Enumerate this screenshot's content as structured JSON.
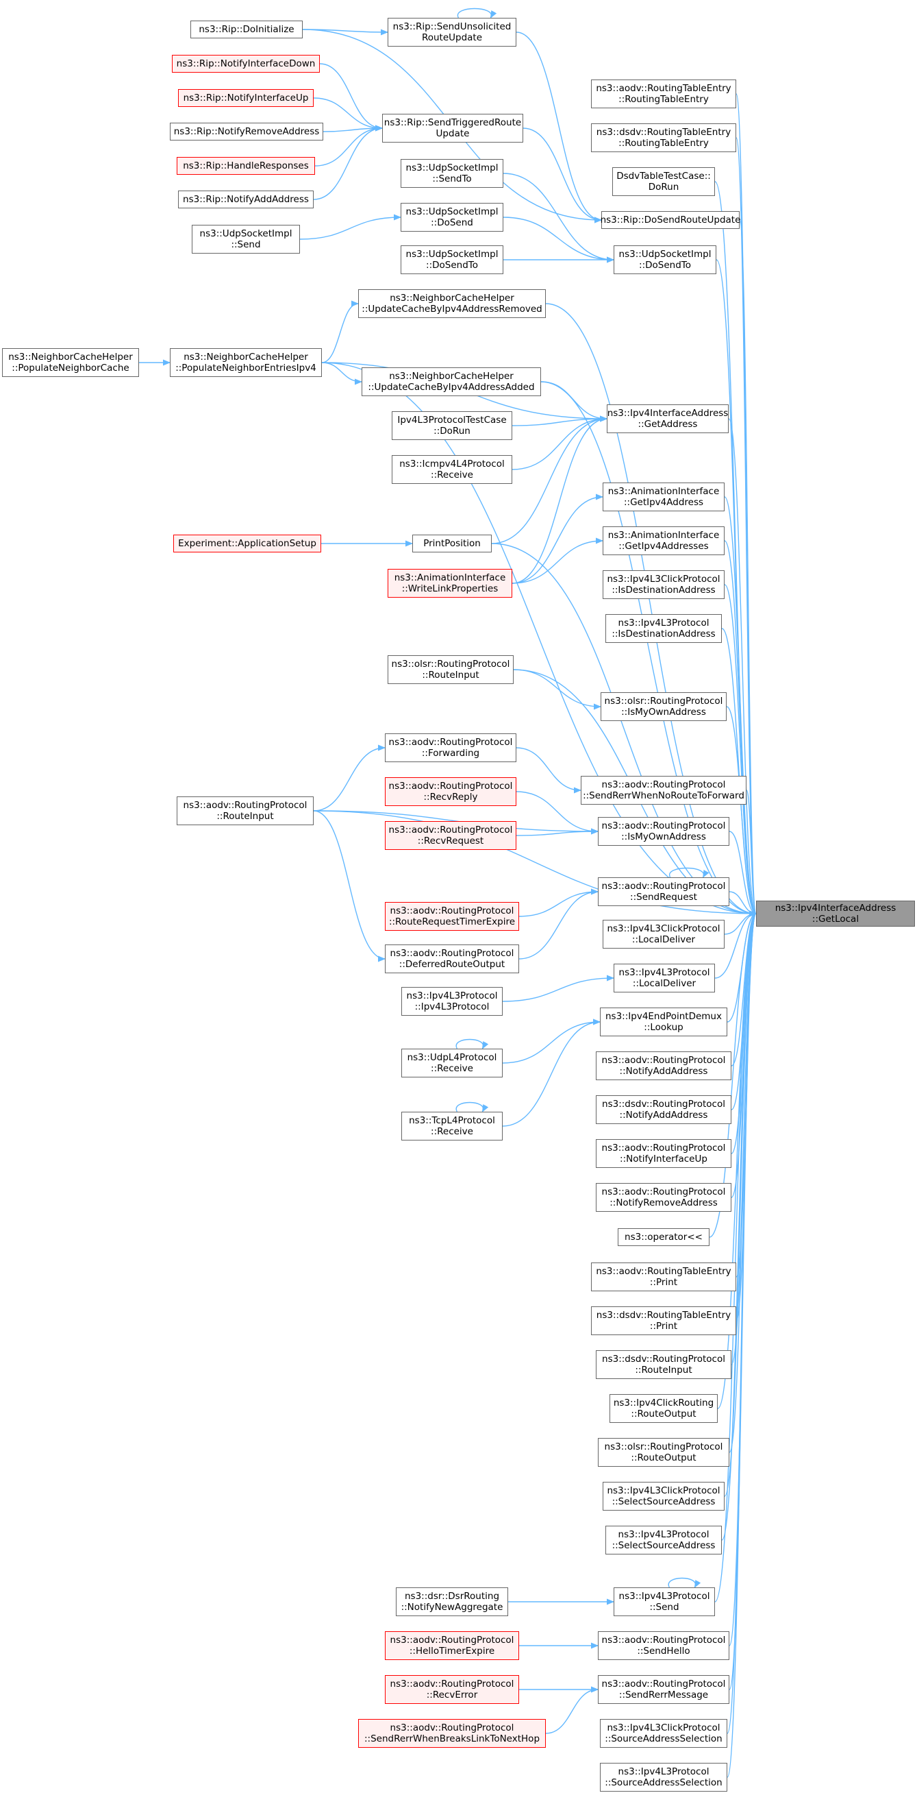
{
  "colors": {
    "edge": "#63b8ff",
    "node_border": "#666666",
    "red_border": "#ff0000",
    "red_fill": "#fff0f0",
    "target_fill": "#999999"
  },
  "nodes": {
    "target": {
      "lines": [
        "ns3::Ipv4InterfaceAddress",
        "::GetLocal"
      ],
      "style": "target"
    },
    "ripInit": {
      "lines": [
        "ns3::Rip::DoInitialize"
      ]
    },
    "ripUnsol": {
      "lines": [
        "ns3::Rip::SendUnsolicited",
        "RouteUpdate"
      ]
    },
    "ripDown": {
      "lines": [
        "ns3::Rip::NotifyInterfaceDown"
      ],
      "style": "red"
    },
    "ripUp": {
      "lines": [
        "ns3::Rip::NotifyInterfaceUp"
      ],
      "style": "red"
    },
    "ripRemove": {
      "lines": [
        "ns3::Rip::NotifyRemoveAddress"
      ]
    },
    "ripHandle": {
      "lines": [
        "ns3::Rip::HandleResponses"
      ],
      "style": "red"
    },
    "ripAdd": {
      "lines": [
        "ns3::Rip::NotifyAddAddress"
      ]
    },
    "ripTrig": {
      "lines": [
        "ns3::Rip::SendTriggeredRoute",
        "Update"
      ]
    },
    "aodvRteCtor": {
      "lines": [
        "ns3::aodv::RoutingTableEntry",
        "::RoutingTableEntry"
      ]
    },
    "dsdvRteCtor": {
      "lines": [
        "ns3::dsdv::RoutingTableEntry",
        "::RoutingTableEntry"
      ]
    },
    "dsdvTest": {
      "lines": [
        "DsdvTableTestCase::",
        "DoRun"
      ]
    },
    "ripDoSend": {
      "lines": [
        "ns3::Rip::DoSendRouteUpdate"
      ]
    },
    "udpSendTo": {
      "lines": [
        "ns3::UdpSocketImpl",
        "::SendTo"
      ]
    },
    "udpDoSend": {
      "lines": [
        "ns3::UdpSocketImpl",
        "::DoSend"
      ]
    },
    "udpSend": {
      "lines": [
        "ns3::UdpSocketImpl",
        "::Send"
      ]
    },
    "udpDoSendToL": {
      "lines": [
        "ns3::UdpSocketImpl",
        "::DoSendTo"
      ]
    },
    "udpDoSendTo": {
      "lines": [
        "ns3::UdpSocketImpl",
        "::DoSendTo"
      ]
    },
    "ncRemoved": {
      "lines": [
        "ns3::NeighborCacheHelper",
        "::UpdateCacheByIpv4AddressRemoved"
      ]
    },
    "ncPopCache": {
      "lines": [
        "ns3::NeighborCacheHelper",
        "::PopulateNeighborCache"
      ]
    },
    "ncPopIpv4": {
      "lines": [
        "ns3::NeighborCacheHelper",
        "::PopulateNeighborEntriesIpv4"
      ]
    },
    "ncAdded": {
      "lines": [
        "ns3::NeighborCacheHelper",
        "::UpdateCacheByIpv4AddressAdded"
      ]
    },
    "ipv4IfGet": {
      "lines": [
        "ns3::Ipv4InterfaceAddress",
        "::GetAddress"
      ]
    },
    "ipv4L3Test": {
      "lines": [
        "Ipv4L3ProtocolTestCase",
        "::DoRun"
      ]
    },
    "icmpRecv": {
      "lines": [
        "ns3::Icmpv4L4Protocol",
        "::Receive"
      ]
    },
    "animGetAddr": {
      "lines": [
        "ns3::AnimationInterface",
        "::GetIpv4Address"
      ]
    },
    "animGetAddrs": {
      "lines": [
        "ns3::AnimationInterface",
        "::GetIpv4Addresses"
      ]
    },
    "expSetup": {
      "lines": [
        "Experiment::ApplicationSetup"
      ],
      "style": "red"
    },
    "printPos": {
      "lines": [
        "PrintPosition"
      ]
    },
    "animWrite": {
      "lines": [
        "ns3::AnimationInterface",
        "::WriteLinkProperties"
      ],
      "style": "red"
    },
    "clickIsDest": {
      "lines": [
        "ns3::Ipv4L3ClickProtocol",
        "::IsDestinationAddress"
      ]
    },
    "l3IsDest": {
      "lines": [
        "ns3::Ipv4L3Protocol",
        "::IsDestinationAddress"
      ]
    },
    "olsrRouteIn": {
      "lines": [
        "ns3::olsr::RoutingProtocol",
        "::RouteInput"
      ]
    },
    "olsrMyOwn": {
      "lines": [
        "ns3::olsr::RoutingProtocol",
        "::IsMyOwnAddress"
      ]
    },
    "aodvFwd": {
      "lines": [
        "ns3::aodv::RoutingProtocol",
        "::Forwarding"
      ]
    },
    "aodvRteIn": {
      "lines": [
        "ns3::aodv::RoutingProtocol",
        "::RouteInput"
      ]
    },
    "aodvRecvReply": {
      "lines": [
        "ns3::aodv::RoutingProtocol",
        "::RecvReply"
      ],
      "style": "red"
    },
    "aodvRecvReq": {
      "lines": [
        "ns3::aodv::RoutingProtocol",
        "::RecvRequest"
      ],
      "style": "red"
    },
    "aodvRerrNoRoute": {
      "lines": [
        "ns3::aodv::RoutingProtocol",
        "::SendRerrWhenNoRouteToForward"
      ]
    },
    "aodvMyOwn": {
      "lines": [
        "ns3::aodv::RoutingProtocol",
        "::IsMyOwnAddress"
      ]
    },
    "aodvTimer": {
      "lines": [
        "ns3::aodv::RoutingProtocol",
        "::RouteRequestTimerExpire"
      ],
      "style": "red"
    },
    "aodvSendReq": {
      "lines": [
        "ns3::aodv::RoutingProtocol",
        "::SendRequest"
      ]
    },
    "aodvDeferred": {
      "lines": [
        "ns3::aodv::RoutingProtocol",
        "::DeferredRouteOutput"
      ]
    },
    "clickLocal": {
      "lines": [
        "ns3::Ipv4L3ClickProtocol",
        "::LocalDeliver"
      ]
    },
    "l3Ctor": {
      "lines": [
        "ns3::Ipv4L3Protocol",
        "::Ipv4L3Protocol"
      ]
    },
    "l3Local": {
      "lines": [
        "ns3::Ipv4L3Protocol",
        "::LocalDeliver"
      ]
    },
    "demuxLookup": {
      "lines": [
        "ns3::Ipv4EndPointDemux",
        "::Lookup"
      ]
    },
    "udpL4Recv": {
      "lines": [
        "ns3::UdpL4Protocol",
        "::Receive"
      ]
    },
    "tcpL4Recv": {
      "lines": [
        "ns3::TcpL4Protocol",
        "::Receive"
      ]
    },
    "aodvNotifyAdd": {
      "lines": [
        "ns3::aodv::RoutingProtocol",
        "::NotifyAddAddress"
      ]
    },
    "dsdvNotifyAdd": {
      "lines": [
        "ns3::dsdv::RoutingProtocol",
        "::NotifyAddAddress"
      ]
    },
    "aodvNotifyUp": {
      "lines": [
        "ns3::aodv::RoutingProtocol",
        "::NotifyInterfaceUp"
      ]
    },
    "aodvNotifyRm": {
      "lines": [
        "ns3::aodv::RoutingProtocol",
        "::NotifyRemoveAddress"
      ]
    },
    "opShift": {
      "lines": [
        "ns3::operator<<"
      ]
    },
    "aodvRtePrint": {
      "lines": [
        "ns3::aodv::RoutingTableEntry",
        "::Print"
      ]
    },
    "dsdvRtePrint": {
      "lines": [
        "ns3::dsdv::RoutingTableEntry",
        "::Print"
      ]
    },
    "dsdvRouteIn": {
      "lines": [
        "ns3::dsdv::RoutingProtocol",
        "::RouteInput"
      ]
    },
    "clickRouteOut": {
      "lines": [
        "ns3::Ipv4ClickRouting",
        "::RouteOutput"
      ]
    },
    "olsrRouteOut": {
      "lines": [
        "ns3::olsr::RoutingProtocol",
        "::RouteOutput"
      ]
    },
    "clickSelSrc": {
      "lines": [
        "ns3::Ipv4L3ClickProtocol",
        "::SelectSourceAddress"
      ]
    },
    "l3SelSrc": {
      "lines": [
        "ns3::Ipv4L3Protocol",
        "::SelectSourceAddress"
      ]
    },
    "dsrNotify": {
      "lines": [
        "ns3::dsr::DsrRouting",
        "::NotifyNewAggregate"
      ]
    },
    "l3Send": {
      "lines": [
        "ns3::Ipv4L3Protocol",
        "::Send"
      ]
    },
    "aodvHelloTimer": {
      "lines": [
        "ns3::aodv::RoutingProtocol",
        "::HelloTimerExpire"
      ],
      "style": "red"
    },
    "aodvSendHello": {
      "lines": [
        "ns3::aodv::RoutingProtocol",
        "::SendHello"
      ]
    },
    "aodvRecvErr": {
      "lines": [
        "ns3::aodv::RoutingProtocol",
        "::RecvError"
      ],
      "style": "red"
    },
    "aodvSendRerr": {
      "lines": [
        "ns3::aodv::RoutingProtocol",
        "::SendRerrMessage"
      ]
    },
    "aodvRerrBreaks": {
      "lines": [
        "ns3::aodv::RoutingProtocol",
        "::SendRerrWhenBreaksLinkToNextHop"
      ],
      "style": "red"
    },
    "clickSrcSel": {
      "lines": [
        "ns3::Ipv4L3ClickProtocol",
        "::SourceAddressSelection"
      ]
    },
    "l3SrcSel": {
      "lines": [
        "ns3::Ipv4L3Protocol",
        "::SourceAddressSelection"
      ]
    }
  },
  "edges": [
    [
      "ripInit",
      "ripUnsol"
    ],
    [
      "ripInit",
      "ripDoSend"
    ],
    [
      "ripUnsol",
      "ripUnsol"
    ],
    [
      "ripUnsol",
      "ripDoSend"
    ],
    [
      "ripDown",
      "ripTrig"
    ],
    [
      "ripUp",
      "ripTrig"
    ],
    [
      "ripRemove",
      "ripTrig"
    ],
    [
      "ripHandle",
      "ripTrig"
    ],
    [
      "ripAdd",
      "ripTrig"
    ],
    [
      "ripTrig",
      "ripDoSend"
    ],
    [
      "udpSendTo",
      "udpDoSendTo"
    ],
    [
      "udpDoSend",
      "udpDoSendTo"
    ],
    [
      "udpSend",
      "udpDoSend"
    ],
    [
      "udpDoSendToL",
      "udpDoSendTo"
    ],
    [
      "ncPopCache",
      "ncPopIpv4"
    ],
    [
      "ncPopIpv4",
      "ncRemoved"
    ],
    [
      "ncPopIpv4",
      "ncAdded"
    ],
    [
      "ncPopIpv4",
      "ipv4IfGet"
    ],
    [
      "ncAdded",
      "ipv4IfGet"
    ],
    [
      "ipv4L3Test",
      "ipv4IfGet"
    ],
    [
      "icmpRecv",
      "ipv4IfGet"
    ],
    [
      "expSetup",
      "printPos"
    ],
    [
      "printPos",
      "ipv4IfGet"
    ],
    [
      "animWrite",
      "ipv4IfGet"
    ],
    [
      "animWrite",
      "animGetAddr"
    ],
    [
      "animWrite",
      "animGetAddrs"
    ],
    [
      "olsrRouteIn",
      "olsrMyOwn"
    ],
    [
      "aodvRteIn",
      "aodvFwd"
    ],
    [
      "aodvRteIn",
      "aodvMyOwn"
    ],
    [
      "aodvRteIn",
      "aodvDeferred"
    ],
    [
      "aodvFwd",
      "aodvRerrNoRoute"
    ],
    [
      "aodvRecvReply",
      "aodvMyOwn"
    ],
    [
      "aodvRecvReq",
      "aodvMyOwn"
    ],
    [
      "aodvTimer",
      "aodvSendReq"
    ],
    [
      "aodvSendReq",
      "aodvSendReq"
    ],
    [
      "aodvDeferred",
      "aodvSendReq"
    ],
    [
      "l3Ctor",
      "l3Local"
    ],
    [
      "udpL4Recv",
      "udpL4Recv"
    ],
    [
      "udpL4Recv",
      "demuxLookup"
    ],
    [
      "tcpL4Recv",
      "tcpL4Recv"
    ],
    [
      "tcpL4Recv",
      "demuxLookup"
    ],
    [
      "dsrNotify",
      "l3Send"
    ],
    [
      "l3Send",
      "l3Send"
    ],
    [
      "aodvHelloTimer",
      "aodvSendHello"
    ],
    [
      "aodvRecvErr",
      "aodvSendRerr"
    ],
    [
      "aodvRerrBreaks",
      "aodvSendRerr"
    ],
    [
      "aodvRteCtor",
      "target"
    ],
    [
      "dsdvRteCtor",
      "target"
    ],
    [
      "dsdvTest",
      "target"
    ],
    [
      "ripDoSend",
      "target"
    ],
    [
      "udpDoSendTo",
      "target"
    ],
    [
      "ncRemoved",
      "target"
    ],
    [
      "ncPopIpv4",
      "target"
    ],
    [
      "ncAdded",
      "target"
    ],
    [
      "ipv4IfGet",
      "target"
    ],
    [
      "printPos",
      "target"
    ],
    [
      "animGetAddr",
      "target"
    ],
    [
      "animGetAddrs",
      "target"
    ],
    [
      "clickIsDest",
      "target"
    ],
    [
      "l3IsDest",
      "target"
    ],
    [
      "olsrRouteIn",
      "target"
    ],
    [
      "olsrMyOwn",
      "target"
    ],
    [
      "aodvRteIn",
      "target"
    ],
    [
      "aodvRerrNoRoute",
      "target"
    ],
    [
      "aodvMyOwn",
      "target"
    ],
    [
      "aodvSendReq",
      "target"
    ],
    [
      "clickLocal",
      "target"
    ],
    [
      "l3Local",
      "target"
    ],
    [
      "demuxLookup",
      "target"
    ],
    [
      "aodvNotifyAdd",
      "target"
    ],
    [
      "dsdvNotifyAdd",
      "target"
    ],
    [
      "aodvNotifyUp",
      "target"
    ],
    [
      "aodvNotifyRm",
      "target"
    ],
    [
      "opShift",
      "target"
    ],
    [
      "aodvRtePrint",
      "target"
    ],
    [
      "dsdvRtePrint",
      "target"
    ],
    [
      "dsdvRouteIn",
      "target"
    ],
    [
      "clickRouteOut",
      "target"
    ],
    [
      "olsrRouteOut",
      "target"
    ],
    [
      "clickSelSrc",
      "target"
    ],
    [
      "l3SelSrc",
      "target"
    ],
    [
      "l3Send",
      "target"
    ],
    [
      "aodvSendHello",
      "target"
    ],
    [
      "aodvSendRerr",
      "target"
    ],
    [
      "clickSrcSel",
      "target"
    ],
    [
      "l3SrcSel",
      "target"
    ]
  ]
}
